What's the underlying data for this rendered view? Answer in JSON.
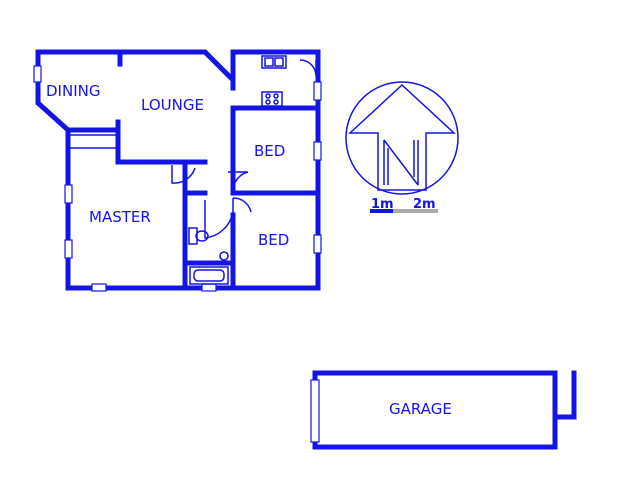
{
  "rooms": {
    "dining": "DINING",
    "lounge": "LOUNGE",
    "bed1": "BED",
    "bed2": "BED",
    "master": "MASTER",
    "garage": "GARAGE"
  },
  "scale": {
    "label_1": "1m",
    "label_2": "2m"
  },
  "colors": {
    "line": "#1414e6",
    "background": "#ffffff"
  },
  "compass": {
    "icon": "north-arrow-icon"
  }
}
